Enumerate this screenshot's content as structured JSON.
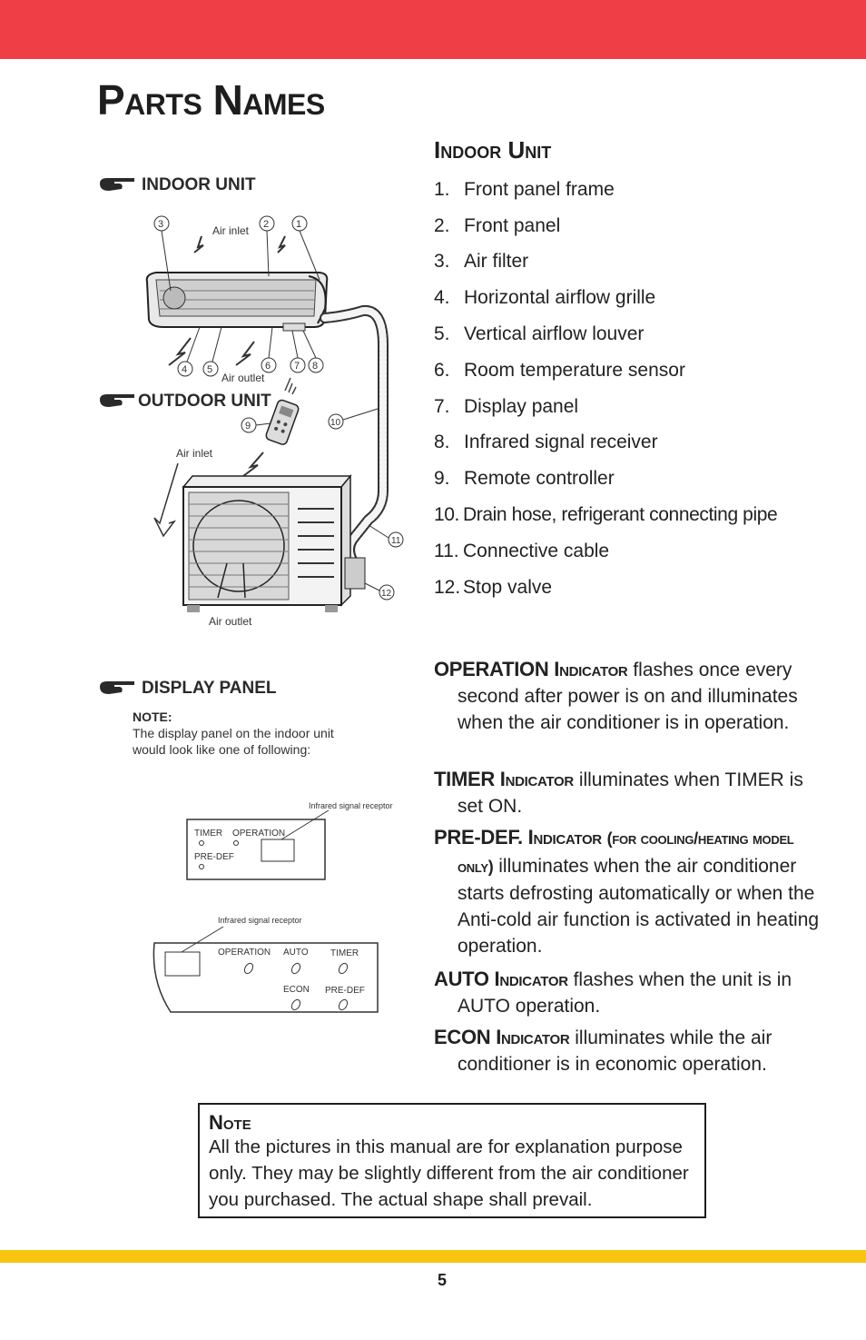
{
  "page": {
    "title": "Parts Names",
    "page_number": "5"
  },
  "illustration": {
    "indoor_label": "INDOOR UNIT",
    "outdoor_label": "OUTDOOR UNIT",
    "display_label": "DISPLAY PANEL",
    "air_inlet_top": "Air inlet",
    "air_outlet_top": "Air outlet",
    "air_inlet_bottom": "Air inlet",
    "air_outlet_bottom": "Air outlet",
    "callouts": [
      "1",
      "2",
      "3",
      "4",
      "5",
      "6",
      "7",
      "8",
      "9",
      "10",
      "11",
      "12"
    ],
    "note_heading": "NOTE:",
    "note_line1": "The display panel on the indoor unit",
    "note_line2": "would  look like one of following:",
    "panel1": {
      "receptor": "Infrared signal receptor",
      "timer": "TIMER",
      "operation": "OPERATION",
      "predef": "PRE-DEF"
    },
    "panel2": {
      "receptor": "Infrared signal receptor",
      "operation": "OPERATION",
      "auto": "AUTO",
      "timer": "TIMER",
      "econ": "ECON",
      "predef": "PRE-DEF"
    }
  },
  "indoor_unit": {
    "heading": "Indoor Unit",
    "items": [
      {
        "num": "1.",
        "label": "Front panel frame"
      },
      {
        "num": "2.",
        "label": "Front panel"
      },
      {
        "num": "3.",
        "label": "Air filter"
      },
      {
        "num": "4.",
        "label": "Horizontal airflow grille"
      },
      {
        "num": "5.",
        "label": "Vertical airflow louver"
      },
      {
        "num": "6.",
        "label": "Room temperature sensor"
      },
      {
        "num": "7.",
        "label": "Display panel"
      },
      {
        "num": "8.",
        "label": "Infrared signal receiver"
      },
      {
        "num": "9.",
        "label": "Remote controller"
      },
      {
        "num": "10.",
        "label": "Drain hose, refrigerant connecting pipe"
      },
      {
        "num": "11.",
        "label": "Connective cable"
      },
      {
        "num": "12.",
        "label": "Stop valve"
      }
    ]
  },
  "indicators": {
    "operation": {
      "name": "OPERATION",
      "word": "Indicator",
      "text": "flashes once every second after power is on and illuminates when the air conditioner is in operation."
    },
    "timer": {
      "name": "TIMER",
      "word": "Indicator",
      "text": "illuminates when TIMER is set ON."
    },
    "predef": {
      "name": "PRE-DEF.",
      "word": "Indicator",
      "qualifier": "(for cooling/heating model only)",
      "text": "illuminates when the air conditioner starts defrosting automatically or when the Anti-cold air function is activated in heating operation."
    },
    "auto": {
      "name": "AUTO",
      "word": "Indicator",
      "text": "flashes when the unit is in AUTO operation."
    },
    "econ": {
      "name": "ECON",
      "word": "Indicator",
      "text": "illuminates while the air conditioner is in economic operation."
    }
  },
  "note": {
    "title": "Note",
    "body": "All the pictures in this manual are for explanation purpose only. They may be slightly different from the air conditioner you purchased. The actual shape shall prevail."
  }
}
